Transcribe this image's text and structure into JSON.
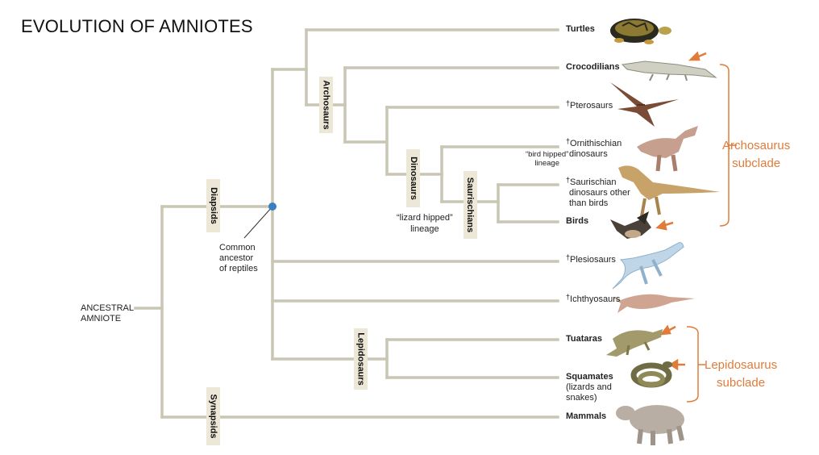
{
  "title": "EVOLUTION OF AMNIOTES",
  "root_label": {
    "line1": "ANCESTRAL",
    "line2": "AMNIOTE"
  },
  "clades": {
    "diapsids": "Diapsids",
    "synapsids": "Synapsids",
    "archosaurs": "Archosaurs",
    "dinosaurs": "Dinosaurs",
    "saurischians": "Saurischians",
    "lepidosaurs": "Lepidosaurs"
  },
  "common_ancestor": {
    "line1": "Common",
    "line2": "ancestor",
    "line3": "of reptiles"
  },
  "lineage_notes": {
    "bird_hipped": {
      "line1": "“bird hipped”",
      "line2": "lineage"
    },
    "lizard_hipped": {
      "line1": "“lizard hipped”",
      "line2": "lineage"
    }
  },
  "taxa": {
    "turtles": "Turtles",
    "crocodilians": "Crocodilians",
    "pterosaurs": "Pterosaurs",
    "ornithischian": {
      "line1": "Ornithischian",
      "line2": "dinosaurs"
    },
    "saurischian": {
      "line1": "Saurischian",
      "line2": "dinosaurs other",
      "line3": "than birds"
    },
    "birds": "Birds",
    "plesiosaurs": "Plesiosaurs",
    "ichthyosaurs": "Ichthyosaurs",
    "tuataras": "Tuataras",
    "squamates": {
      "line1": "Squamates",
      "line2": "(lizards and",
      "line3": "snakes)"
    },
    "mammals": "Mammals"
  },
  "extinct_marker": "†",
  "subclades": {
    "archosaurus": {
      "line1": "Archosaurus",
      "line2": "subclade"
    },
    "lepidosaurus": {
      "line1": "Lepidosaurus",
      "line2": "subclade"
    }
  },
  "colors": {
    "branch": "#c9c6b4",
    "accent": "#e07b39",
    "node": "#3a7fc4",
    "label_box": "#ece7d6"
  },
  "icons": [
    "turtle-icon",
    "crocodile-icon",
    "pterosaur-icon",
    "ornithischian-dinosaur-icon",
    "theropod-dinosaur-icon",
    "bird-icon",
    "plesiosaur-icon",
    "ichthyosaur-icon",
    "tuatara-icon",
    "snake-icon",
    "hippo-icon"
  ]
}
